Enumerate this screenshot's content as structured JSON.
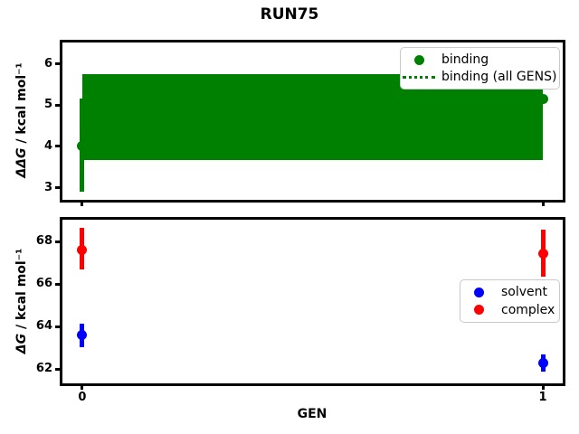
{
  "colors": {
    "binding": "#008000",
    "solvent": "#0000ff",
    "complex": "#ff0000",
    "axis": "#000000",
    "legend_border": "#c9c9c9",
    "background": "#ffffff"
  },
  "chart_data": [
    {
      "id": "binding-plot",
      "type": "scatter",
      "title": "RUN75",
      "ylabel_var": "ΔΔG",
      "ylabel_rest": " / kcal mol⁻¹",
      "xlabel": "",
      "xlim": [
        -0.045,
        1.045
      ],
      "ylim": [
        2.73,
        6.56
      ],
      "yticks": [
        3,
        4,
        5,
        6
      ],
      "xticks": [
        0,
        1
      ],
      "xtick_labels": [
        "",
        ""
      ],
      "grid": false,
      "legend_position": "upper right",
      "legend": [
        {
          "label": "binding",
          "swatch": "dot",
          "color": "#008000"
        },
        {
          "label": "binding (all GENS)",
          "swatch": "dotted-line",
          "color": "#008000"
        }
      ],
      "band": {
        "name": "binding (all GENS)",
        "color": "#008000",
        "x": [
          0,
          1
        ],
        "lo": 3.67,
        "hi": 5.74
      },
      "series": [
        {
          "name": "binding",
          "color": "#008000",
          "marker": "circle",
          "points": [
            {
              "x": 0,
              "y": 4.0,
              "err_lo": 1.1,
              "err_hi": 1.15
            },
            {
              "x": 1,
              "y": 5.15,
              "err_lo": null,
              "err_hi": null
            }
          ]
        }
      ]
    },
    {
      "id": "dg-plot",
      "type": "scatter",
      "title": "",
      "ylabel_var": "ΔG",
      "ylabel_rest": " / kcal mol⁻¹",
      "xlabel": "GEN",
      "xlim": [
        -0.045,
        1.045
      ],
      "ylim": [
        61.38,
        69.08
      ],
      "yticks": [
        62,
        64,
        66,
        68
      ],
      "xticks": [
        0,
        1
      ],
      "xtick_labels": [
        "0",
        "1"
      ],
      "grid": false,
      "legend_position": "center right",
      "legend": [
        {
          "label": "solvent",
          "swatch": "dot",
          "color": "#0000ff"
        },
        {
          "label": "complex",
          "swatch": "dot",
          "color": "#ff0000"
        }
      ],
      "series": [
        {
          "name": "solvent",
          "color": "#0000ff",
          "marker": "circle",
          "points": [
            {
              "x": 0,
              "y": 63.6,
              "err_lo": 0.55,
              "err_hi": 0.55
            },
            {
              "x": 1,
              "y": 62.3,
              "err_lo": 0.4,
              "err_hi": 0.4
            }
          ]
        },
        {
          "name": "complex",
          "color": "#ff0000",
          "marker": "circle",
          "points": [
            {
              "x": 0,
              "y": 67.6,
              "err_lo": 0.9,
              "err_hi": 1.05
            },
            {
              "x": 1,
              "y": 67.45,
              "err_lo": 1.1,
              "err_hi": 1.1
            }
          ]
        }
      ]
    }
  ]
}
